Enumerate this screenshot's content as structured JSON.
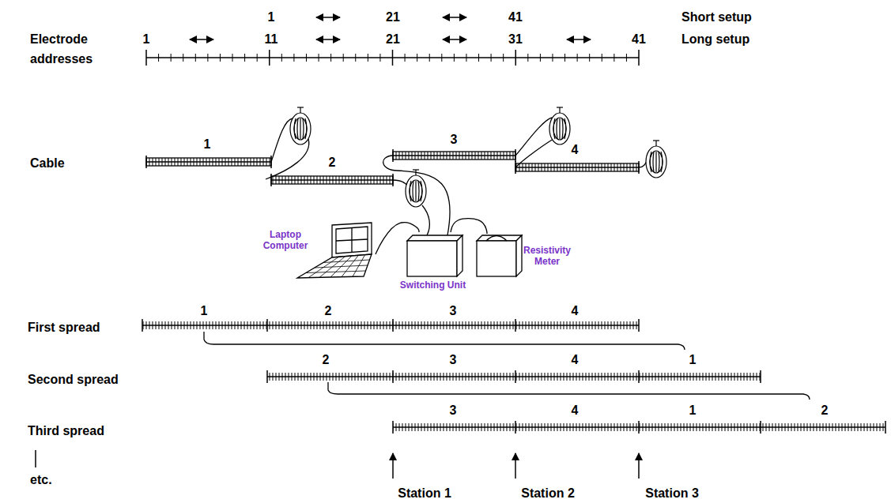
{
  "diagram": {
    "nodes": [
      {
        "text": [
          "Laptop Computer"
        ]
      },
      {
        "text": [
          "Switching Unit"
        ]
      },
      {
        "text": [
          "Resistivity Meter"
        ]
      }
    ],
    "edges": [
      {
        "from": 0,
        "to": 1,
        "arrow": "none"
      },
      {
        "from": 1,
        "to": 2,
        "arrow": "none"
      }
    ],
    "labels": [
      "1",
      "21",
      "41",
      "Short setup",
      "Electrode addresses",
      "1",
      "11",
      "21",
      "31",
      "41",
      "Long setup",
      "Cable",
      "1",
      "2",
      "3",
      "4",
      "First spread",
      "1",
      "2",
      "3",
      "4",
      "Second spread",
      "2",
      "3",
      "4",
      "1",
      "Third spread",
      "3",
      "4",
      "1",
      "2",
      "etc.",
      "Station 1",
      "Station 2",
      "Station 3"
    ]
  }
}
